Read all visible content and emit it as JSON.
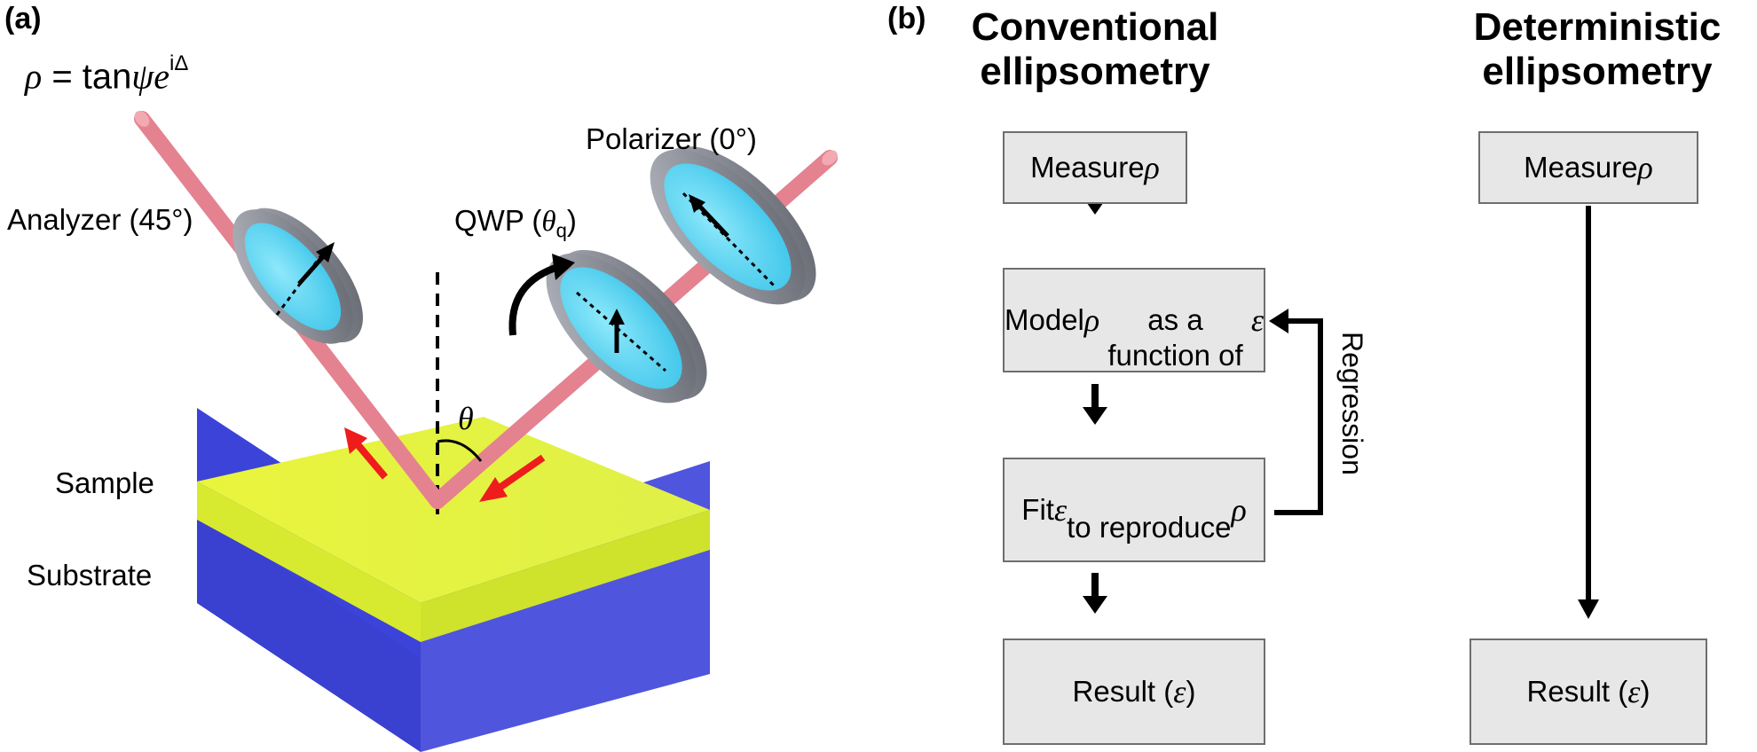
{
  "panel_a": {
    "letter": "(a)",
    "formula": {
      "lhs": "ρ",
      "eq": " = tan",
      "psi": "ψ",
      "e": "e",
      "exp": "iΔ"
    },
    "labels": {
      "analyzer": "Analyzer (45°)",
      "polarizer": "Polarizer (0°)",
      "qwp_prefix": "QWP (",
      "qwp_theta": "θ",
      "qwp_sub": "q",
      "qwp_suffix": ")",
      "theta": "θ",
      "sample": "Sample",
      "substrate": "Substrate"
    },
    "colors": {
      "beam": "#e87c8a",
      "sample": "#e6f53a",
      "substrate": "#4a4ee0",
      "optic_rim": "#8c8f99",
      "optic_face": "#57d4f2",
      "arrow_red": "#ee1c1c"
    }
  },
  "panel_b": {
    "letter": "(b)",
    "conventional": {
      "title": "Conventional\nellipsometry",
      "steps": [
        "Measure ρ",
        "Model ρ\nas a function of ε",
        "Fit ε\nto reproduce ρ",
        "Result (ε)"
      ],
      "loop_label": "Regression"
    },
    "deterministic": {
      "title": "Deterministic\nellipsometry",
      "steps": [
        "Measure ρ",
        "Result (ε)"
      ]
    },
    "colors": {
      "box_fill": "#e7e7e7",
      "box_border": "#6e6e6e"
    }
  }
}
